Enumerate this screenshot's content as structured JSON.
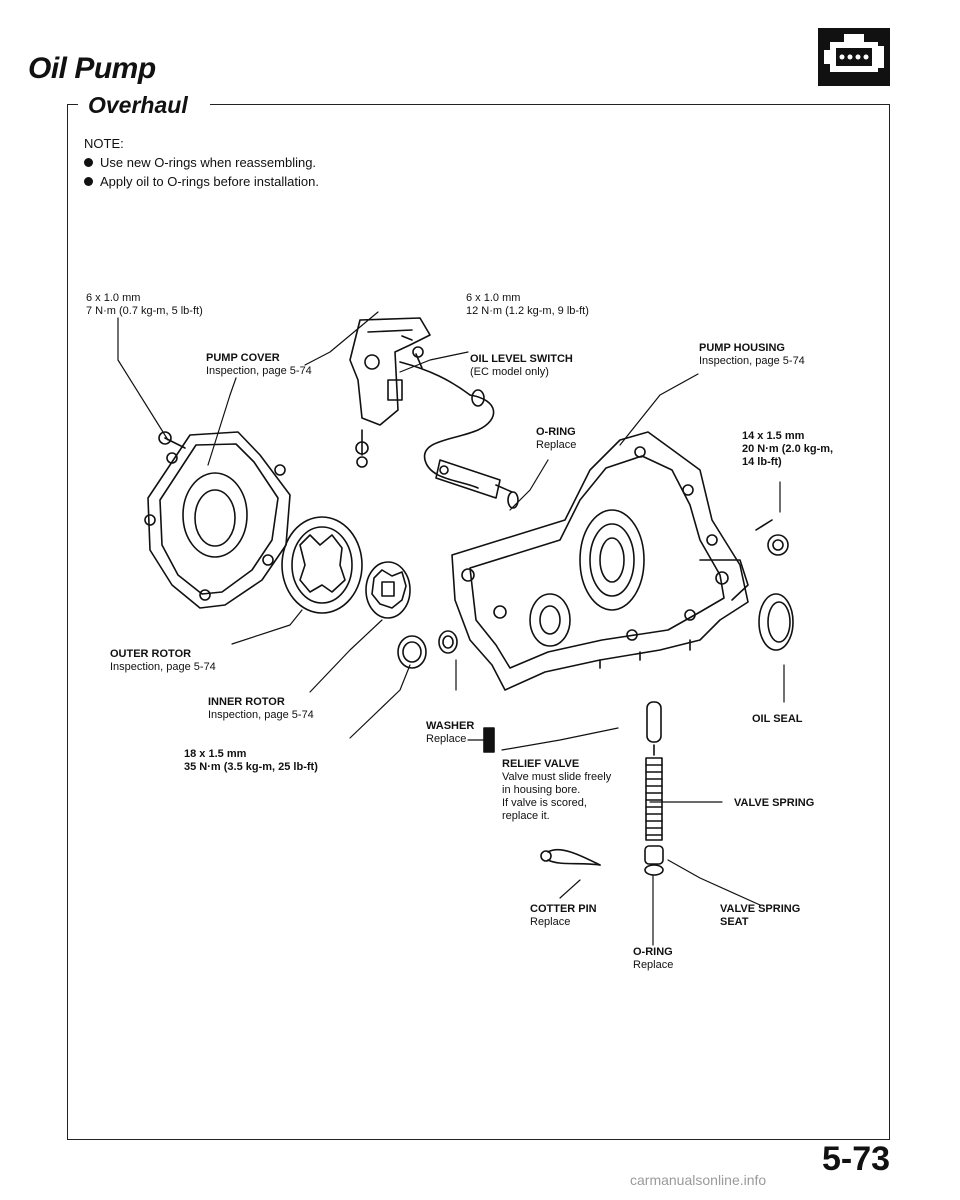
{
  "header": {
    "title": "Oil Pump",
    "section": "Overhaul"
  },
  "notes": {
    "heading": "NOTE:",
    "items": [
      "Use new O-rings when reassembling.",
      "Apply oil to O-rings before installation."
    ]
  },
  "labels": {
    "cover_bolt": {
      "size": "6 x 1.0 mm",
      "torque": "7 N·m (0.7 kg-m, 5 lb-ft)"
    },
    "switch_bolt": {
      "size": "6 x 1.0 mm",
      "torque": "12 N·m (1.2 kg-m, 9 lb-ft)"
    },
    "pump_cover": {
      "name": "PUMP COVER",
      "note": "Inspection, page 5-74"
    },
    "oil_level_switch": {
      "name": "OIL LEVEL SWITCH",
      "note": "(EC model only)"
    },
    "pump_housing": {
      "name": "PUMP HOUSING",
      "note": "Inspection, page 5-74"
    },
    "oring_top": {
      "name": "O-RING",
      "note": "Replace"
    },
    "housing_bolt": {
      "size": "14 x 1.5 mm",
      "torque1": "20 N·m (2.0 kg-m,",
      "torque2": "14 lb-ft)"
    },
    "outer_rotor": {
      "name": "OUTER ROTOR",
      "note": "Inspection, page 5-74"
    },
    "inner_rotor": {
      "name": "INNER ROTOR",
      "note": "Inspection, page 5-74"
    },
    "washer": {
      "name": "WASHER",
      "note": "Replace"
    },
    "oil_seal": {
      "name": "OIL SEAL"
    },
    "plug_bolt": {
      "size": "18 x 1.5 mm",
      "torque": "35 N·m (3.5 kg-m, 25 lb-ft)"
    },
    "relief_valve": {
      "name": "RELIEF VALVE",
      "line1": "Valve must slide freely",
      "line2": "in housing bore.",
      "line3": "If valve is scored,",
      "line4": "replace it."
    },
    "valve_spring": {
      "name": "VALVE SPRING"
    },
    "cotter_pin": {
      "name": "COTTER PIN",
      "note": "Replace"
    },
    "valve_spring_seat": {
      "line1": "VALVE SPRING",
      "line2": "SEAT"
    },
    "oring_bottom": {
      "name": "O-RING",
      "note": "Replace"
    }
  },
  "footer": {
    "page_number": "5-73",
    "watermark": "carmanualsonline.info"
  }
}
